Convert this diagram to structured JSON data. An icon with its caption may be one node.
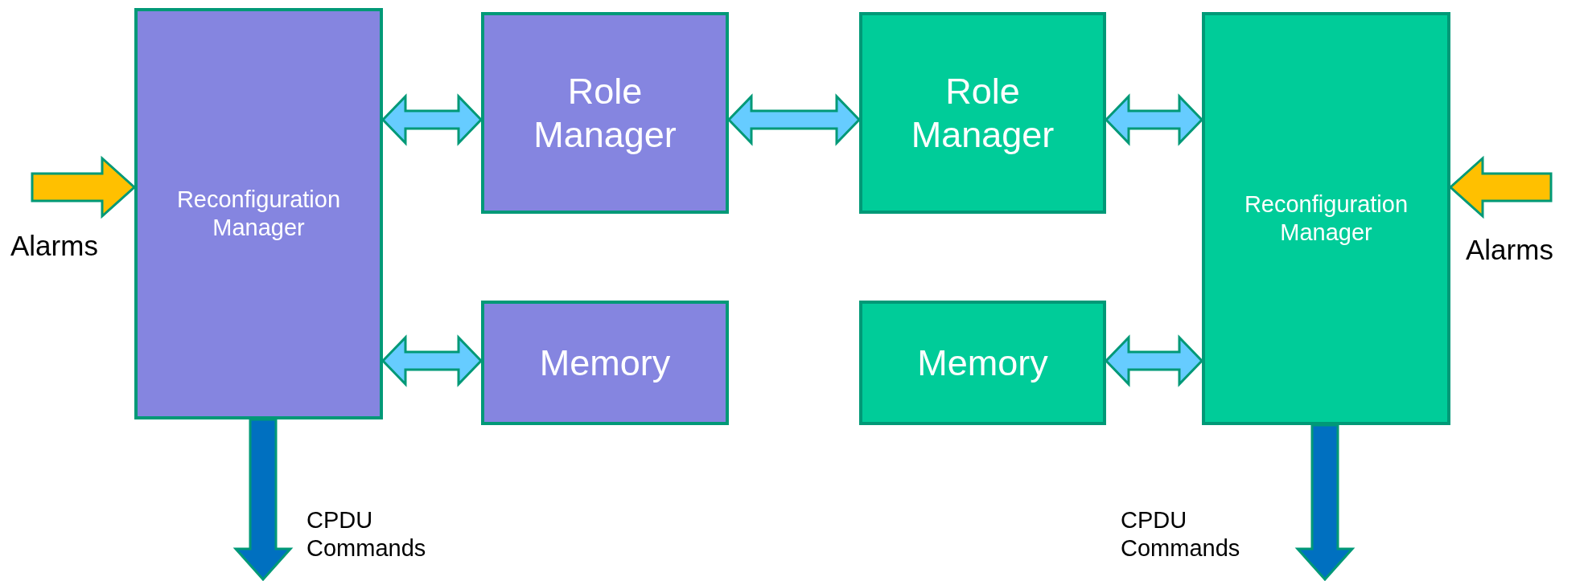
{
  "diagram": {
    "nodes": [
      {
        "text": [
          "Reconfiguration Manager"
        ]
      },
      {
        "text": [
          "Role Manager"
        ]
      },
      {
        "text": [
          "Memory"
        ]
      },
      {
        "text": [
          "Role Manager"
        ]
      },
      {
        "text": [
          "Memory"
        ]
      },
      {
        "text": [
          "Reconfiguration Manager"
        ]
      }
    ],
    "edges": [
      {
        "from": null,
        "to": 0,
        "arrow": "to",
        "label": "Alarms",
        "color": "#ffc000"
      },
      {
        "from": 0,
        "to": 1,
        "arrow": "both"
      },
      {
        "from": 0,
        "to": 2,
        "arrow": "both"
      },
      {
        "from": 1,
        "to": 3,
        "arrow": "both"
      },
      {
        "from": 3,
        "to": 5,
        "arrow": "both"
      },
      {
        "from": 4,
        "to": 5,
        "arrow": "both"
      },
      {
        "from": null,
        "to": 5,
        "arrow": "to",
        "label": "Alarms",
        "color": "#ffc000"
      },
      {
        "from": 0,
        "to": null,
        "arrow": "to",
        "label": "CPDU Commands",
        "color": "#0070c0"
      },
      {
        "from": 5,
        "to": null,
        "arrow": "to",
        "label": "CPDU Commands",
        "color": "#0070c0"
      }
    ]
  }
}
